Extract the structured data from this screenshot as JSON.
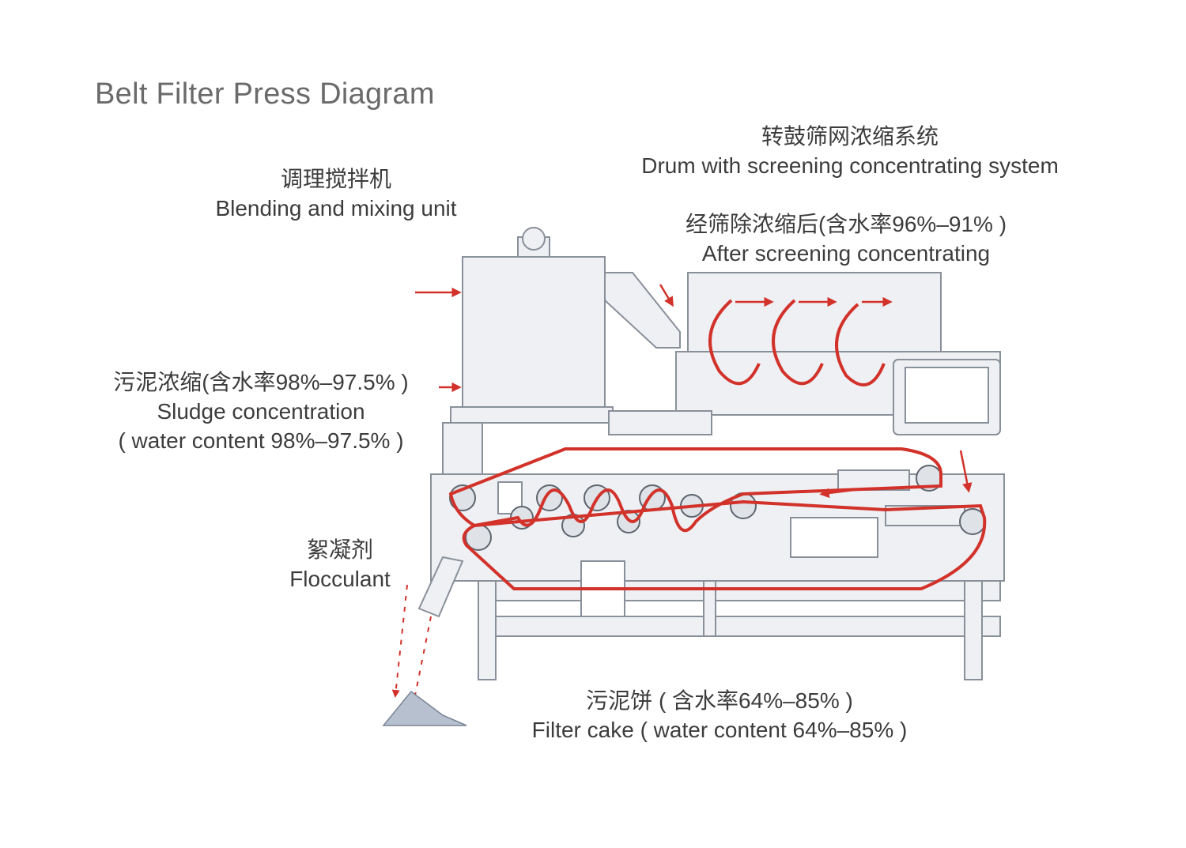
{
  "title": "Belt Filter Press Diagram",
  "labels": {
    "drum": {
      "zh": "转鼓筛网浓缩系统",
      "en": "Drum with screening concentrating system"
    },
    "blending": {
      "zh": "调理搅拌机",
      "en": "Blending and mixing unit"
    },
    "after_screening": {
      "zh": "经筛除浓缩后(含水率96%–91% )",
      "en": "After screening concentrating"
    },
    "sludge": {
      "zh": "污泥浓缩(含水率98%–97.5% )",
      "en": "Sludge concentration",
      "en2": "( water content 98%–97.5% )"
    },
    "flocculant": {
      "zh": "絮凝剂",
      "en": "Flocculant"
    },
    "filter_cake": {
      "zh": "污泥饼 ( 含水率64%–85% )",
      "en": "Filter cake ( water content 64%–85% )"
    }
  },
  "colors": {
    "machine": "#8a9099",
    "machine_fill": "#eef0f4",
    "belt": "#d2322a",
    "text": "#3c3c3c"
  }
}
